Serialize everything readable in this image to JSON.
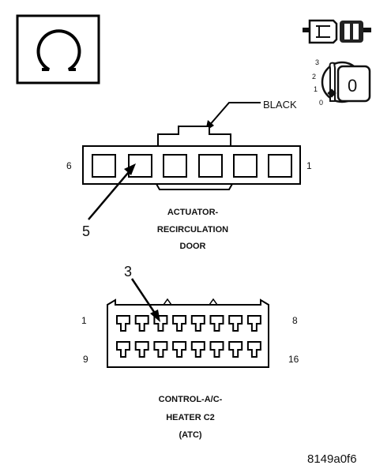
{
  "diagram": {
    "wire_color_label": "BLACK",
    "connector1": {
      "pin_left": "6",
      "pin_right": "1",
      "callout": "5",
      "name_lines": [
        "ACTUATOR-",
        "RECIRCULATION",
        "DOOR"
      ]
    },
    "connector2": {
      "pin_top_left": "1",
      "pin_top_right": "8",
      "pin_bottom_left": "9",
      "pin_bottom_right": "16",
      "callout": "3",
      "name_lines": [
        "CONTROL-A/C-",
        "HEATER C2",
        "(ATC)"
      ]
    },
    "ignition_switch": {
      "positions": [
        "3",
        "2",
        "1",
        "0"
      ],
      "selected": "0"
    },
    "figure_id": "8149a0f6",
    "icons": {
      "meter": "ohmmeter-icon",
      "disconnect": "disconnect-connector-icon",
      "ignition": "ignition-key-icon"
    }
  }
}
